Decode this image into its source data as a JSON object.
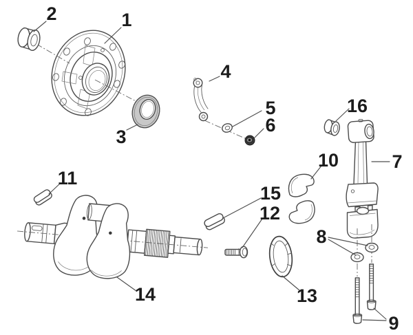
{
  "figure": {
    "background": "#ffffff",
    "line_color": "#4a4a4a",
    "label_color": "#1c1c1c",
    "shade_color": "#c8c8c8",
    "dark_fill": "#383838",
    "callout_count": "16"
  },
  "callouts": [
    {
      "label": "1"
    },
    {
      "label": "2"
    },
    {
      "label": "3"
    },
    {
      "label": "4"
    },
    {
      "label": "5"
    },
    {
      "label": "6"
    },
    {
      "label": "7"
    },
    {
      "label": "8"
    },
    {
      "label": "9"
    },
    {
      "label": "10"
    },
    {
      "label": "11"
    },
    {
      "label": "12"
    },
    {
      "label": "13"
    },
    {
      "label": "14"
    },
    {
      "label": "15"
    },
    {
      "label": "16"
    }
  ]
}
